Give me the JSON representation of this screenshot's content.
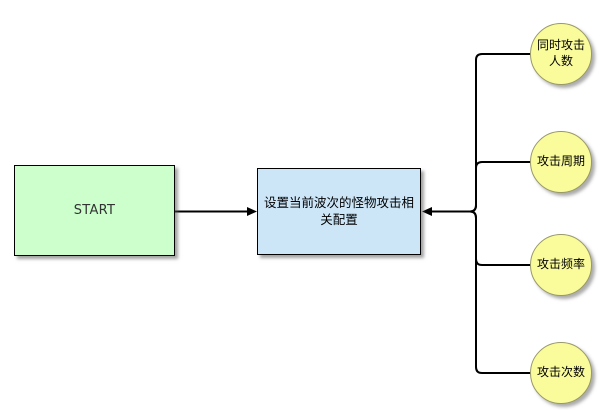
{
  "diagram": {
    "type": "flowchart",
    "nodes": {
      "start": {
        "label": "START",
        "shape": "rectangle"
      },
      "config": {
        "label": "设置当前波次的怪物攻击相关配置",
        "shape": "rectangle"
      },
      "params": [
        {
          "label": "同时攻击人数",
          "shape": "circle"
        },
        {
          "label": "攻击周期",
          "shape": "circle"
        },
        {
          "label": "攻击频率",
          "shape": "circle"
        },
        {
          "label": "攻击次数",
          "shape": "circle"
        }
      ]
    },
    "edges": [
      {
        "from": "START",
        "to": "设置当前波次的怪物攻击相关配置",
        "arrow": "end"
      },
      {
        "from": "同时攻击人数",
        "to": "设置当前波次的怪物攻击相关配置",
        "arrow": "end"
      },
      {
        "from": "攻击周期",
        "to": "设置当前波次的怪物攻击相关配置",
        "arrow": "end"
      },
      {
        "from": "攻击频率",
        "to": "设置当前波次的怪物攻击相关配置",
        "arrow": "end"
      },
      {
        "from": "攻击次数",
        "to": "设置当前波次的怪物攻击相关配置",
        "arrow": "end"
      }
    ],
    "colors": {
      "start_fill": "#ccffcc",
      "config_fill": "#cce6f8",
      "param_fill": "#fafc9c",
      "param_border": "#999966",
      "node_border": "#000000",
      "edge": "#000000",
      "background": "#ffffff",
      "start_text": "#333333",
      "node_text": "#000000"
    }
  }
}
